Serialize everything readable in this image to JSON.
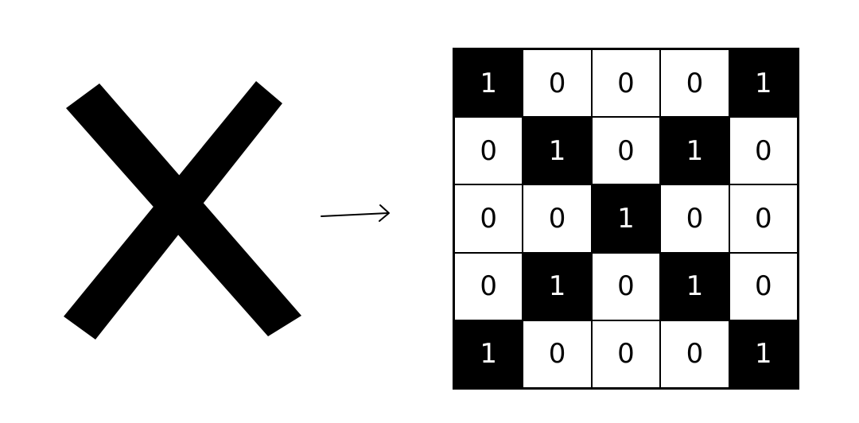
{
  "colors": {
    "on_fill": "#000000",
    "on_text": "#ffffff",
    "off_fill": "#ffffff",
    "off_text": "#000000",
    "shape": "#000000",
    "arrow": "#000000"
  },
  "shape": {
    "icon": "x-shape-icon"
  },
  "arrow": {
    "icon": "right-arrow-icon"
  },
  "grid": {
    "rows": [
      [
        "1",
        "0",
        "0",
        "0",
        "1"
      ],
      [
        "0",
        "1",
        "0",
        "1",
        "0"
      ],
      [
        "0",
        "0",
        "1",
        "0",
        "0"
      ],
      [
        "0",
        "1",
        "0",
        "1",
        "0"
      ],
      [
        "1",
        "0",
        "0",
        "0",
        "1"
      ]
    ]
  }
}
